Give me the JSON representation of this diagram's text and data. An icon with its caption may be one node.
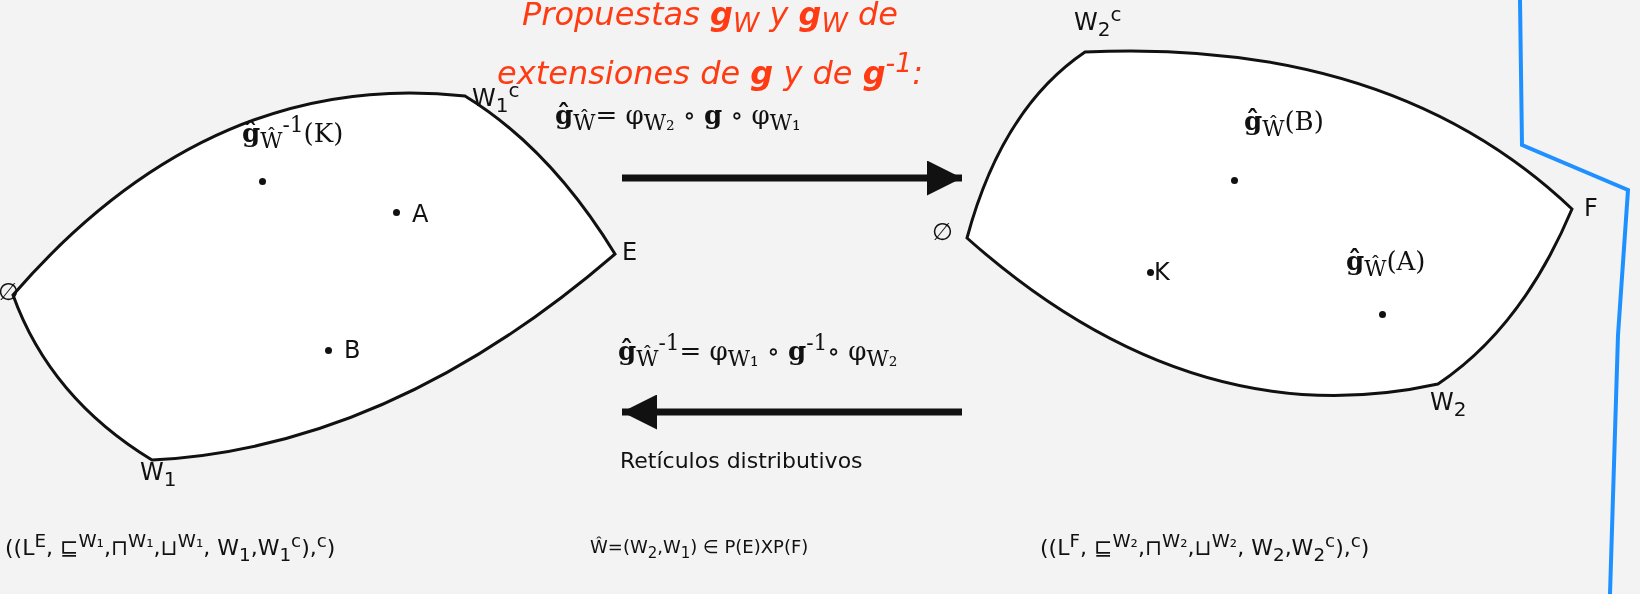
{
  "diagram": {
    "title": "Propuestas **g**$_{W}$ y **g**$_{W}$ de extensiones de **g** y de **g**$^{-1}$:",
    "nodes": [
      {
        "text": [
          "**ĝ**$_{Ŵ}$$^{-1}$(K)",
          "A",
          "B"
        ],
        "beside": [
          "∅",
          "E",
          "W$_{1}$",
          "W$_{1}$$^{c}$"
        ]
      },
      {
        "text": [
          "**ĝ**$_{Ŵ}$(B)",
          "K",
          "**ĝ**$_{Ŵ}$(A)"
        ],
        "beside": [
          "∅",
          "F",
          "W$_{2}$$^{c}$",
          "W$_{2}$"
        ]
      }
    ],
    "edges": [
      {
        "from": 0,
        "to": 1,
        "arrow": "to",
        "label": "**ĝ**$_{Ŵ}$= φ$_{W₂}$ ∘ **g** ∘ φ$_{W₁}$"
      },
      {
        "from": 1,
        "to": 0,
        "arrow": "to",
        "label": "**ĝ**$_{Ŵ}$$^{-1}$= φ$_{W₁}$ ∘ **g**$^{-1}$∘ φ$_{W₂}$"
      }
    ],
    "labels": [
      "Retículos distributivos",
      "((L$^{E}$, ⊑$^{W₁}$,⊓$^{W₁}$,⊔$^{W₁}$, W$_{1}$,W$_{1}$$^{c}$),$^{c}$)",
      "Ŵ=(W$_{2}$,W$_{1}$) ∈ P(E)XP(F)",
      "((L$^{F}$, ⊑$^{W₂}$,⊓$^{W₂}$,⊔$^{W₂}$, W$_{2}$,W$_{2}$$^{c}$),$^{c}$)"
    ]
  }
}
